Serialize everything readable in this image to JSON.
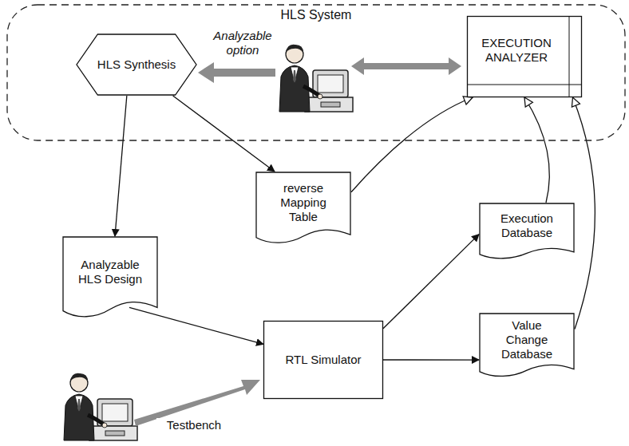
{
  "diagram": {
    "nodes": [
      {
        "text": [
          "HLS System"
        ]
      },
      {
        "text": [
          "HLS Synthesis"
        ],
        "in": 0
      },
      {
        "text": [
          "EXECUTION ANALYZER"
        ],
        "in": 0
      },
      {
        "text": [
          "reverse Mapping Table"
        ]
      },
      {
        "text": [
          "Analyzable HLS Design"
        ]
      },
      {
        "text": [
          "RTL Simulator"
        ]
      },
      {
        "text": [
          "Execution Database"
        ]
      },
      {
        "text": [
          "Value Change Database"
        ]
      }
    ],
    "edges": [
      {
        "from": 1,
        "to": 4,
        "arrow": "to"
      },
      {
        "from": 1,
        "to": 3,
        "arrow": "to"
      },
      {
        "from": 3,
        "to": 2,
        "arrow": "to"
      },
      {
        "from": 4,
        "to": 5,
        "arrow": "to"
      },
      {
        "from": 5,
        "to": 6,
        "arrow": "to"
      },
      {
        "from": 5,
        "to": 7,
        "arrow": "to"
      },
      {
        "from": 6,
        "to": 2,
        "arrow": "to"
      },
      {
        "from": 7,
        "to": 2,
        "arrow": "to"
      }
    ],
    "labels": [
      "Analyzable option",
      "Testbench"
    ]
  }
}
